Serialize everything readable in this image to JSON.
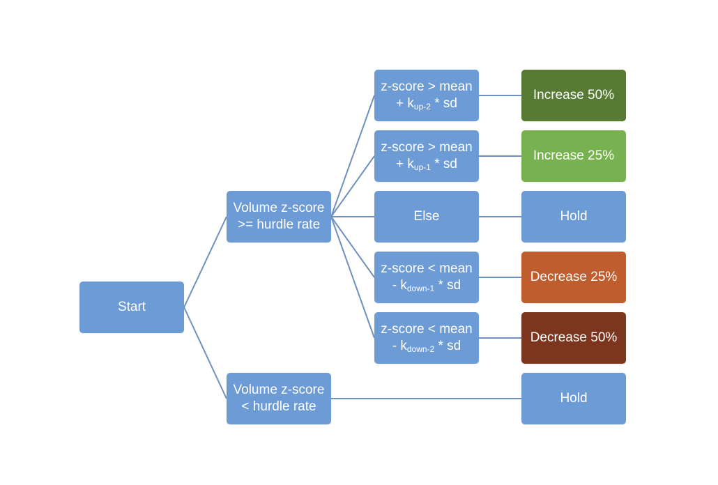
{
  "colors": {
    "node_blue": "#6c9bd6",
    "connector": "#6f8fbd",
    "increase_50": "#577a34",
    "increase_25": "#78b14f",
    "decrease_25": "#c05d2e",
    "decrease_50": "#7b361d"
  },
  "nodes": {
    "start": "Start",
    "volume_ge": {
      "line1": "Volume z-score",
      "line2": ">= hurdle rate"
    },
    "volume_lt": {
      "line1": "Volume z-score",
      "line2": "< hurdle rate"
    },
    "conditions": [
      {
        "line1": "z-score > mean",
        "line2_pre": "+ k",
        "sub": "up-2",
        "line2_post": " * sd"
      },
      {
        "line1": "z-score > mean",
        "line2_pre": "+ k",
        "sub": "up-1",
        "line2_post": " * sd"
      },
      {
        "label": "Else"
      },
      {
        "line1": "z-score < mean",
        "line2_pre": "- k",
        "sub": "down-1",
        "line2_post": " * sd"
      },
      {
        "line1": "z-score < mean",
        "line2_pre": "- k",
        "sub": "down-2",
        "line2_post": " * sd"
      }
    ],
    "outcomes": [
      "Increase 50%",
      "Increase 25%",
      "Hold",
      "Decrease 25%",
      "Decrease 50%",
      "Hold"
    ]
  },
  "edges": [
    [
      "start",
      "volume_ge"
    ],
    [
      "start",
      "volume_lt"
    ],
    [
      "volume_ge",
      "condition_1"
    ],
    [
      "volume_ge",
      "condition_2"
    ],
    [
      "volume_ge",
      "condition_3"
    ],
    [
      "volume_ge",
      "condition_4"
    ],
    [
      "volume_ge",
      "condition_5"
    ],
    [
      "condition_1",
      "outcome_1"
    ],
    [
      "condition_2",
      "outcome_2"
    ],
    [
      "condition_3",
      "outcome_3"
    ],
    [
      "condition_4",
      "outcome_4"
    ],
    [
      "condition_5",
      "outcome_5"
    ],
    [
      "volume_lt",
      "outcome_6"
    ]
  ]
}
